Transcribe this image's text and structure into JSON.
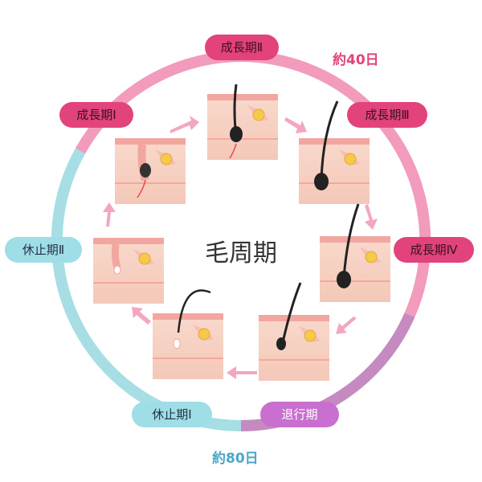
{
  "diagram": {
    "center_title": "毛周期",
    "duration_growth": "約40日",
    "duration_rest": "約80日",
    "phases": [
      {
        "id": "growth1",
        "label": "成長期Ⅰ"
      },
      {
        "id": "growth2",
        "label": "成長期Ⅱ"
      },
      {
        "id": "growth3",
        "label": "成長期Ⅲ"
      },
      {
        "id": "growth4",
        "label": "成長期Ⅳ"
      },
      {
        "id": "regression",
        "label": "退行期"
      },
      {
        "id": "rest1",
        "label": "休止期Ⅰ"
      },
      {
        "id": "rest2",
        "label": "休止期Ⅱ"
      }
    ]
  },
  "colors": {
    "growth_ring": "#f29bbd",
    "regression_ring": "#c58ac0",
    "rest_ring": "#a6dee4",
    "growth_pill": "#e2437c",
    "regression_pill": "#c96fcf",
    "rest_pill": "#9fdde7",
    "skin": "#f7d3c6",
    "arrow": "#f3a6c0"
  }
}
